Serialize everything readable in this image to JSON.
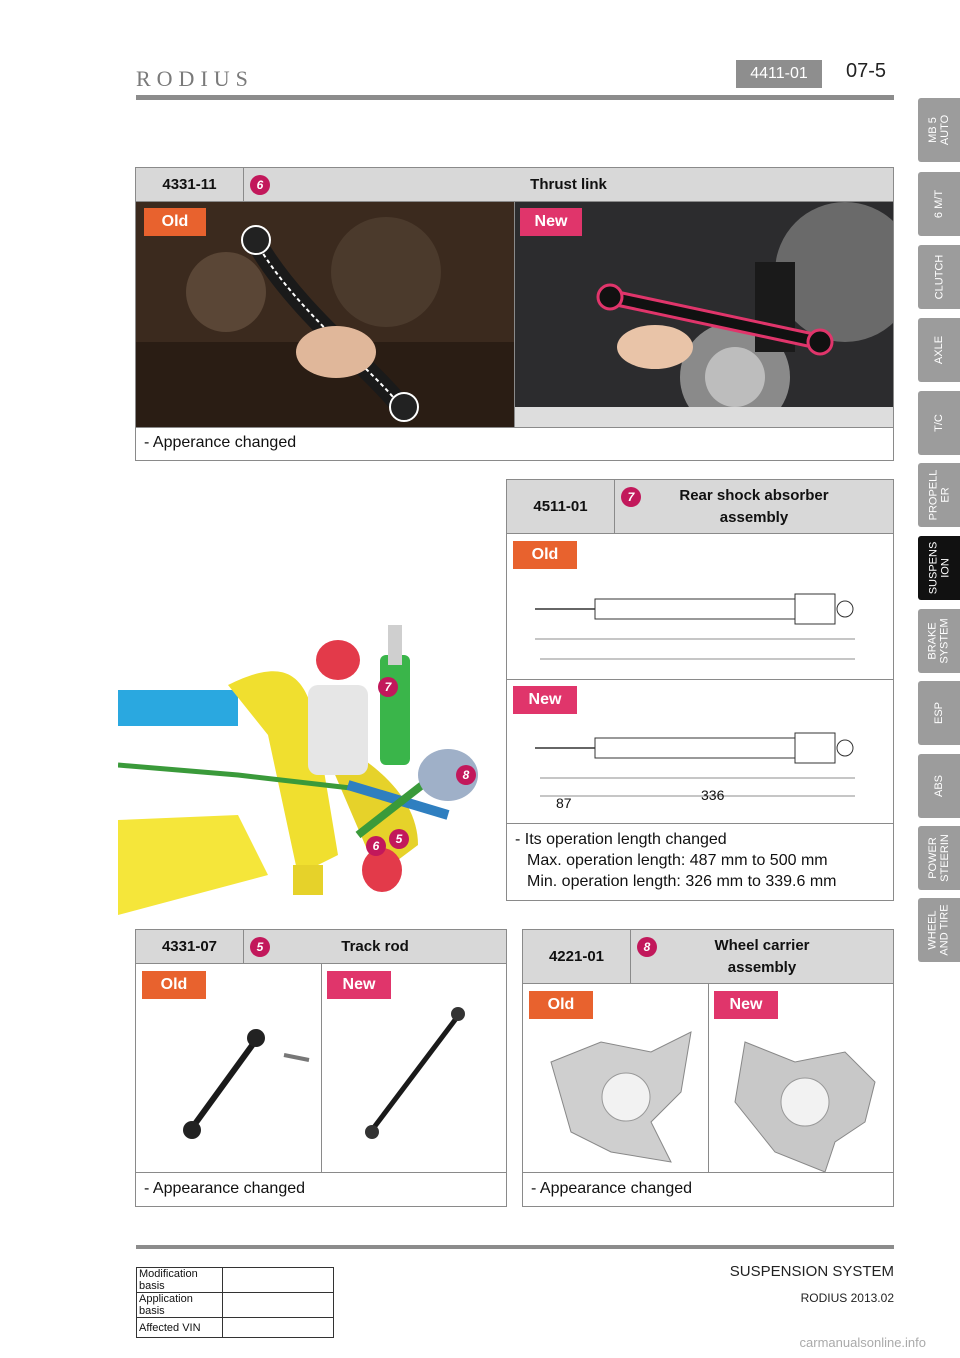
{
  "header": {
    "logo": "RODIUS",
    "code": "4411-01",
    "page": "07-5"
  },
  "side_tabs": [
    {
      "label": "MB 5\nAUTO",
      "active": false
    },
    {
      "label": "6 M/T",
      "active": false
    },
    {
      "label": "CLUTCH",
      "active": false
    },
    {
      "label": "AXLE",
      "active": false
    },
    {
      "label": "T/C",
      "active": false
    },
    {
      "label": "PROPELL\nER",
      "active": false
    },
    {
      "label": "SUSPENS\nION",
      "active": true
    },
    {
      "label": "BRAKE\nSYSTEM",
      "active": false
    },
    {
      "label": "ESP",
      "active": false
    },
    {
      "label": "ABS",
      "active": false
    },
    {
      "label": "POWER\nSTEERIN",
      "active": false
    },
    {
      "label": "WHEEL\nAND TIRE",
      "active": false
    }
  ],
  "tags": {
    "old": "Old",
    "new": "New"
  },
  "thrust_link": {
    "code": "4331-11",
    "number": "6",
    "title": "Thrust link",
    "note": "- Apperance changed"
  },
  "shock_absorber": {
    "code": "4511-01",
    "number": "7",
    "title_line1": "Rear shock absorber",
    "title_line2": "assembly",
    "dim_a": "87",
    "dim_b": "336",
    "note_line1": "- Its operation length changed",
    "note_line2": "Max. operation length: 487 mm to 500 mm",
    "note_line3": "Min. operation length: 326 mm to 339.6 mm"
  },
  "assembly_badges": [
    "7",
    "8",
    "6",
    "5"
  ],
  "track_rod": {
    "code": "4331-07",
    "number": "5",
    "title": "Track rod",
    "note": "- Appearance changed"
  },
  "wheel_carrier": {
    "code": "4221-01",
    "number": "8",
    "title_line1": "Wheel carrier",
    "title_line2": "assembly",
    "note": "- Appearance changed"
  },
  "footer": {
    "system": "SUSPENSION SYSTEM",
    "model": "RODIUS 2013.02",
    "rows": [
      "Modification basis",
      "Application basis",
      "Affected VIN"
    ],
    "watermark": "carmanualsonline.info"
  }
}
